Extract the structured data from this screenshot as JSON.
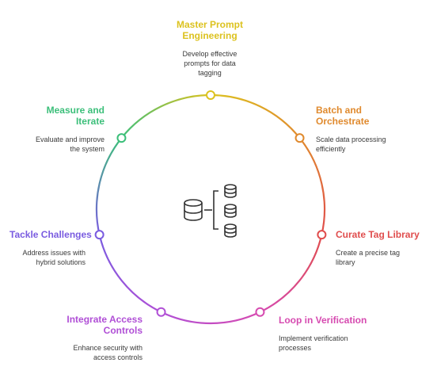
{
  "steps": [
    {
      "title": "Master Prompt\nEngineering",
      "desc": "Develop effective\nprompts for data\ntagging",
      "color": "#dcc21f",
      "angle": 0
    },
    {
      "title": "Batch and\nOrchestrate",
      "desc": "Scale data processing\nefficiently",
      "color": "#e08a2e",
      "angle": 51.4
    },
    {
      "title": "Curate Tag Library",
      "desc": "Create a precise tag\nlibrary",
      "color": "#e04d4d",
      "angle": 102.9
    },
    {
      "title": "Loop in Verification",
      "desc": "Implement verification\nprocesses",
      "color": "#d64ab0",
      "angle": 154.3
    },
    {
      "title": "Integrate Access\nControls",
      "desc": "Enhance security with\naccess controls",
      "color": "#b04fd6",
      "angle": 205.7
    },
    {
      "title": "Tackle Challenges",
      "desc": "Address issues with\nhybrid solutions",
      "color": "#7a5ce0",
      "angle": 257.1
    },
    {
      "title": "Measure and\nIterate",
      "desc": "Evaluate and improve\nthe system",
      "color": "#3cbf7a",
      "angle": 308.6
    }
  ],
  "center_icon": "database-fanout-icon"
}
